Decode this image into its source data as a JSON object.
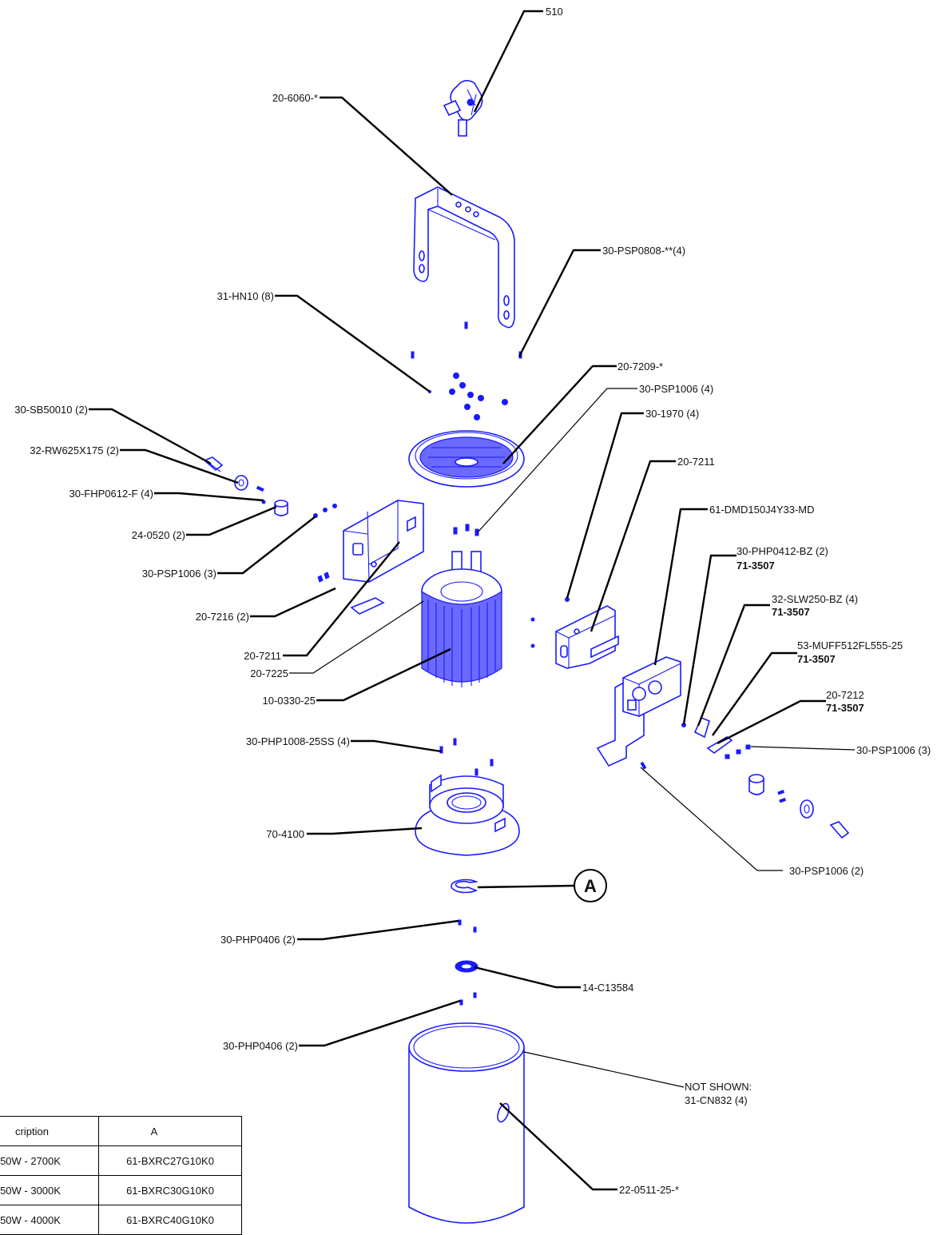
{
  "labels": {
    "p510": "510",
    "p20_6060": "20-6060-*",
    "p30_psp0808": "30-PSP0808-**(4)",
    "p31_hn10": "31-HN10 (8)",
    "p20_7209": "20-7209-*",
    "p30_psp1006_4": "30-PSP1006 (4)",
    "p30_sb50010": "30-SB50010 (2)",
    "p30_1970": "30-1970 (4)",
    "p32_rw625": "32-RW625X175 (2)",
    "p20_7211_r": "20-7211",
    "p30_fhp0612": "30-FHP0612-F (4)",
    "p61_dmd": "61-DMD150J4Y33-MD",
    "p24_0520": "24-0520 (2)",
    "p30_php0412": "30-PHP0412-BZ (2)",
    "p71_3507_a": "71-3507",
    "p30_psp1006_3l": "30-PSP1006 (3)",
    "p32_slw250": "32-SLW250-BZ (4)",
    "p71_3507_b": "71-3507",
    "p20_7216": "20-7216 (2)",
    "p53_muff": "53-MUFF512FL555-25",
    "p71_3507_c": "71-3507",
    "p20_7211_l": "20-7211",
    "p20_7225": "20-7225",
    "p20_7212": "20-7212",
    "p71_3507_d": "71-3507",
    "p10_0330": "10-0330-25",
    "p30_php1008": "30-PHP1008-25SS (4)",
    "p30_psp1006_3r": "30-PSP1006 (3)",
    "p70_4100": "70-4100",
    "p30_psp1006_2": "30-PSP1006 (2)",
    "callout_a": "A",
    "p30_php0406_a": "30-PHP0406 (2)",
    "p14_c13584": "14-C13584",
    "p30_php0406_b": "30-PHP0406 (2)",
    "not_shown_1": "NOT SHOWN:",
    "not_shown_2": "31-CN832 (4)",
    "p22_0511": "22-0511-25-*"
  },
  "table": {
    "header": [
      "cription",
      "A"
    ],
    "rows": [
      [
        "50W - 2700K",
        "61-BXRC27G10K0"
      ],
      [
        "50W - 3000K",
        "61-BXRC30G10K0"
      ],
      [
        "50W - 4000K",
        "61-BXRC40G10K0"
      ]
    ]
  },
  "colors": {
    "part_line": "#1a1aff",
    "leader": "#000000"
  }
}
